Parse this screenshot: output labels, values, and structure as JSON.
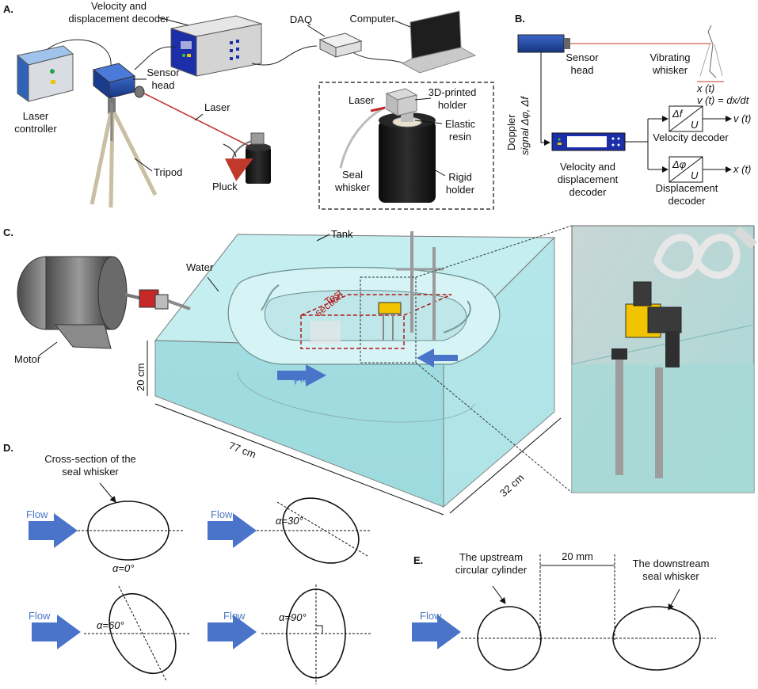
{
  "panels": {
    "a": {
      "label": "A.",
      "velocity_decoder": [
        "Velocity and",
        "displacement decoder"
      ],
      "laser_controller": [
        "Laser",
        "controller"
      ],
      "sensor_head": [
        "Sensor",
        "head"
      ],
      "daq": "DAQ",
      "computer": "Computer",
      "laser": "Laser",
      "tripod": "Tripod",
      "pluck": "Pluck",
      "inset": {
        "laser": "Laser",
        "holder_3d": [
          "3D-printed",
          "holder"
        ],
        "elastic_resin": [
          "Elastic",
          "resin"
        ],
        "seal_whisker": [
          "Seal",
          "whisker"
        ],
        "rigid_holder": [
          "Rigid",
          "holder"
        ]
      }
    },
    "b": {
      "label": "B.",
      "sensor_head": [
        "Sensor",
        "head"
      ],
      "vibrating_whisker": [
        "Vibrating",
        "whisker"
      ],
      "xt": "x (t)",
      "vt_eq": "v (t) = dx/dt",
      "doppler": [
        "Doppler",
        "signal Δφ, Δf"
      ],
      "decoder": [
        "Velocity and",
        "displacement",
        "decoder"
      ],
      "df_block": "Δf",
      "dphi_block": "Δφ",
      "u_block": "U",
      "v_out": "v (t)",
      "x_out": "x (t)",
      "velocity_decoder": "Velocity decoder",
      "displacement_decoder": [
        "Displacement",
        "decoder"
      ]
    },
    "c": {
      "label": "C.",
      "tank": "Tank",
      "water": "Water",
      "motor": "Motor",
      "test_section": [
        "Test",
        "section"
      ],
      "flow": "Flow",
      "dim_height": "20 cm",
      "dim_length": "77 cm",
      "dim_width": "32 cm"
    },
    "d": {
      "label": "D.",
      "cross_section": [
        "Cross-section of the",
        "seal whisker"
      ],
      "flow": "Flow",
      "angles": [
        "α=0°",
        "α=30°",
        "α=60°",
        "α=90°"
      ]
    },
    "e": {
      "label": "E.",
      "upstream": [
        "The upstream",
        "circular cylinder"
      ],
      "downstream": [
        "The downstream",
        "seal whisker"
      ],
      "gap": "20 mm",
      "flow": "Flow"
    }
  },
  "colors": {
    "flow_arrow": "#4a74c9",
    "laser_beam": "#c0392b",
    "water": "#a9e3e6",
    "decoder_blue": "#1d2fa8",
    "test_section": "#b01818"
  }
}
